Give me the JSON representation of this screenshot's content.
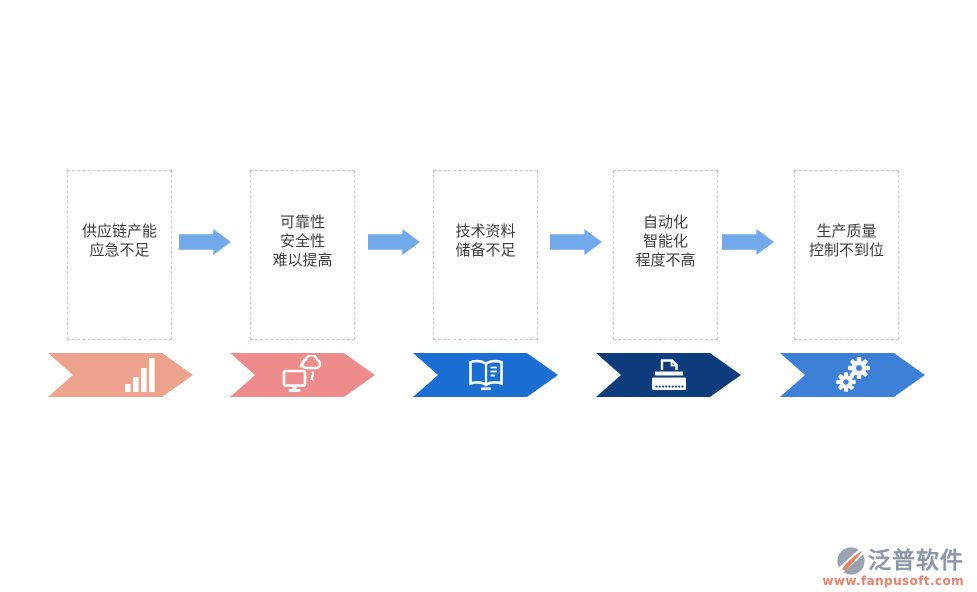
{
  "diagram": {
    "boxes": [
      {
        "text": "供应链产能\n应急不足"
      },
      {
        "text": "可靠性\n安全性\n难以提高"
      },
      {
        "text": "技术资料\n储备不足"
      },
      {
        "text": "自动化\n智能化\n程度不高"
      },
      {
        "text": "生产质量\n控制不到位"
      }
    ],
    "connector_color": "#72A9EB",
    "steps": [
      {
        "icon": "bar-chart-icon",
        "color": "#ECA28C"
      },
      {
        "icon": "monitor-cloud-sync-icon",
        "color": "#EE8B8B"
      },
      {
        "icon": "open-book-icon",
        "color": "#1C6FD2"
      },
      {
        "icon": "typewriter-icon",
        "color": "#0C3C7C"
      },
      {
        "icon": "gears-icon",
        "color": "#3C80D8"
      }
    ],
    "box_border_color": "#cbcbcb",
    "text_color": "#3c3c3c"
  },
  "watermark": {
    "brand": "泛普软件",
    "url": "www.fanpusoft.com",
    "brand_color": "#8D95A8",
    "url_color": "#E8826D"
  }
}
